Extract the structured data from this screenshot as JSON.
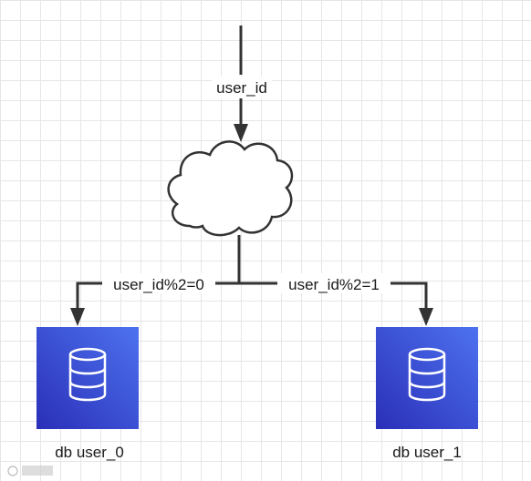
{
  "edges": {
    "input_label": "user_id",
    "left_branch_label": "user_id%2=0",
    "right_branch_label": "user_id%2=1"
  },
  "nodes": {
    "left_db_label": "db user_0",
    "right_db_label": "db user_1"
  },
  "colors": {
    "line": "#333333",
    "db_gradient_start": "#2a2fb8",
    "db_gradient_end": "#4d72f0",
    "db_icon": "#ffffff",
    "cloud_fill": "#ffffff"
  },
  "icons": {
    "router": "cloud-icon",
    "database": "database-icon"
  }
}
